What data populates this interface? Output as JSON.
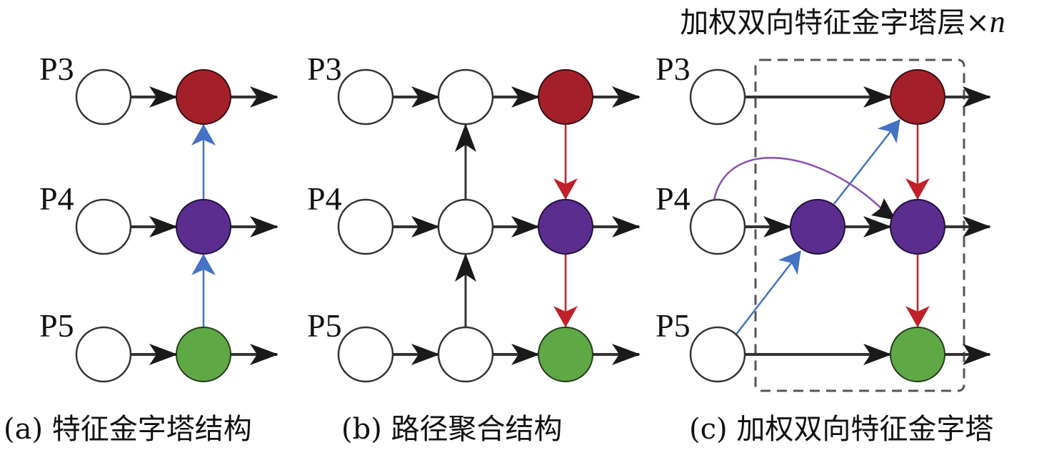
{
  "figure": {
    "title": "加权双向特征金字塔层×",
    "title_suffix": "n",
    "colors": {
      "red_node": "#a3202a",
      "purple_node": "#5a2d8f",
      "green_node": "#5ea846",
      "empty_node": "#ffffff",
      "node_stroke": "#333333",
      "black_arrow": "#1a1a1a",
      "blue_arrow": "#4472c4",
      "red_arrow": "#c0202a",
      "purple_curve": "#8a4fb0",
      "dashed_box": "#555555"
    },
    "panels": [
      {
        "id": "a",
        "caption": "(a) 特征金字塔结构",
        "row_labels": [
          "P3",
          "P4",
          "P5"
        ],
        "nodes": [
          {
            "id": "a-in-P3",
            "fill": "empty"
          },
          {
            "id": "a-out-P3",
            "fill": "red"
          },
          {
            "id": "a-in-P4",
            "fill": "empty"
          },
          {
            "id": "a-out-P4",
            "fill": "purple"
          },
          {
            "id": "a-in-P5",
            "fill": "empty"
          },
          {
            "id": "a-out-P5",
            "fill": "green"
          }
        ],
        "edges": [
          {
            "from": "a-in-P3",
            "to": "a-out-P3",
            "color": "black"
          },
          {
            "from": "a-in-P4",
            "to": "a-out-P4",
            "color": "black"
          },
          {
            "from": "a-in-P5",
            "to": "a-out-P5",
            "color": "black"
          },
          {
            "from": "a-out-P5",
            "to": "a-out-P4",
            "color": "blue"
          },
          {
            "from": "a-out-P4",
            "to": "a-out-P3",
            "color": "blue"
          }
        ]
      },
      {
        "id": "b",
        "caption": "(b) 路径聚合结构",
        "row_labels": [
          "P3",
          "P4",
          "P5"
        ],
        "edges": [
          {
            "from": "b-in",
            "to": "b-mid",
            "color": "black",
            "rows": [
              "P3",
              "P4",
              "P5"
            ]
          },
          {
            "from": "b-mid",
            "to": "b-out",
            "color": "black",
            "rows": [
              "P3",
              "P4",
              "P5"
            ]
          },
          {
            "from": "b-mid-P5",
            "to": "b-mid-P4",
            "color": "black"
          },
          {
            "from": "b-mid-P4",
            "to": "b-mid-P3",
            "color": "black"
          },
          {
            "from": "b-out-P3",
            "to": "b-out-P4",
            "color": "red"
          },
          {
            "from": "b-out-P4",
            "to": "b-out-P5",
            "color": "red"
          }
        ]
      },
      {
        "id": "c",
        "caption": "(c) 加权双向特征金字塔",
        "row_labels": [
          "P3",
          "P4",
          "P5"
        ],
        "edges": [
          {
            "from": "c-in-P3",
            "to": "c-out-P3",
            "color": "black"
          },
          {
            "from": "c-in-P4",
            "to": "c-mid-P4",
            "color": "black"
          },
          {
            "from": "c-mid-P4",
            "to": "c-out-P4",
            "color": "black"
          },
          {
            "from": "c-in-P5",
            "to": "c-out-P5",
            "color": "black"
          },
          {
            "from": "c-in-P5",
            "to": "c-mid-P4",
            "color": "blue"
          },
          {
            "from": "c-mid-P4",
            "to": "c-out-P3",
            "color": "blue"
          },
          {
            "from": "c-in-P4",
            "to": "c-out-P4",
            "color": "purple",
            "shape": "curve"
          },
          {
            "from": "c-out-P3",
            "to": "c-out-P4",
            "color": "red"
          },
          {
            "from": "c-out-P4",
            "to": "c-out-P5",
            "color": "red"
          }
        ]
      }
    ]
  }
}
